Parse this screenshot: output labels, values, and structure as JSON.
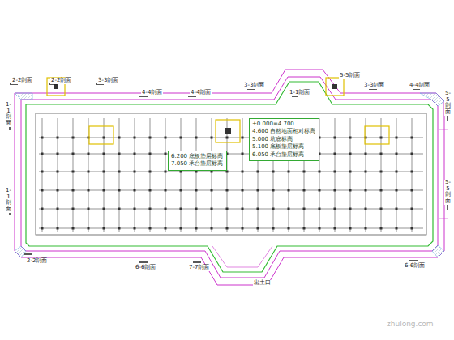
{
  "diagram": {
    "nodes": [
      {
        "text": [
          "6.200 底板垫层标高",
          "7.050 承台垫层标高"
        ]
      },
      {
        "text": [
          "±0.000=4.700",
          "4.600 自然地面相对标高",
          "5.000 坑底标高",
          "5.100 底板垫层标高",
          "6.050 承台垫层标高"
        ]
      }
    ],
    "labels": [
      "2-2剖面",
      "2-2剖面",
      "3-3剖面",
      "4-4剖面",
      "4-4剖面",
      "3-3剖面",
      "1-1剖面",
      "5-5剖面",
      "3-3剖面",
      "4-4剖面",
      "1-1剖面",
      "1-1剖面",
      "5-5剖面",
      "5-5剖面",
      "2-2剖面",
      "6-6剖面",
      "7-7剖面",
      "出土口",
      "6-6剖面",
      "zhulong.com"
    ]
  }
}
